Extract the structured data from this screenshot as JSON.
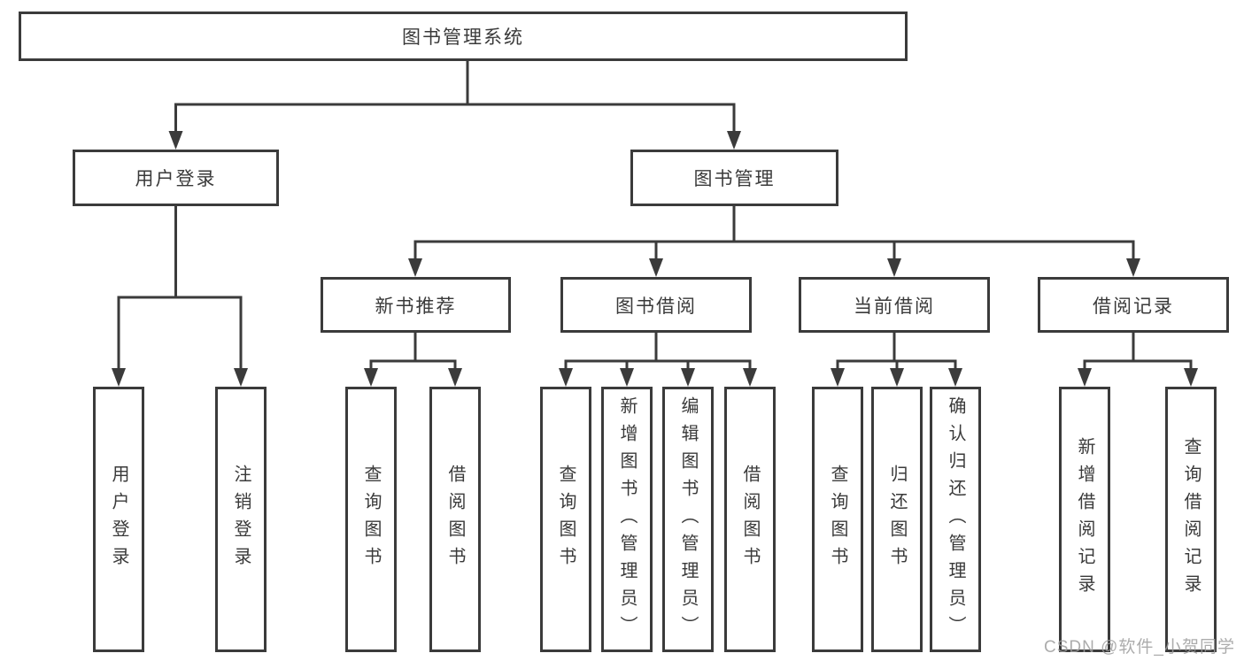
{
  "diagram": {
    "title": "图书管理系统",
    "branches": [
      {
        "label": "用户登录",
        "children": [
          {
            "label": "用户登录"
          },
          {
            "label": "注销登录"
          }
        ]
      },
      {
        "label": "图书管理",
        "sections": [
          {
            "label": "新书推荐",
            "children": [
              {
                "label": "查询图书"
              },
              {
                "label": "借阅图书"
              }
            ]
          },
          {
            "label": "图书借阅",
            "children": [
              {
                "label": "查询图书"
              },
              {
                "label": "新增图书（管理员）"
              },
              {
                "label": "编辑图书（管理员）"
              },
              {
                "label": "借阅图书"
              }
            ]
          },
          {
            "label": "当前借阅",
            "children": [
              {
                "label": "查询图书"
              },
              {
                "label": "归还图书"
              },
              {
                "label": "确认归还（管理员）"
              }
            ]
          },
          {
            "label": "借阅记录",
            "children": [
              {
                "label": "新增借阅记录"
              },
              {
                "label": "查询借阅记录"
              }
            ]
          }
        ]
      }
    ]
  },
  "watermark": {
    "text": "CSDN @软件_小贺同学"
  },
  "colors": {
    "line": "#3b3b3b",
    "text": "#3a3a3a",
    "box_background": "#ffffff",
    "watermark": "#9e9e9e"
  }
}
